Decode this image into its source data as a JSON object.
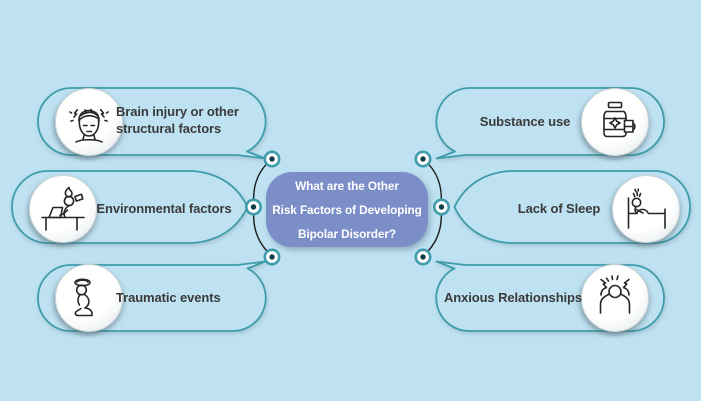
{
  "colors": {
    "background": "#bfe2f2",
    "accent_teal": "#3f9dab",
    "center_bg": "#7b8ec8",
    "center_text": "#ffffff",
    "label_color": "#3a3a3a",
    "line_color": "#1d1d1d",
    "connector_dot": "#0f3d49"
  },
  "center": {
    "lines": [
      "What are the Other",
      "Risk Factors of Developing",
      "Bipolar Disorder?"
    ]
  },
  "items": [
    {
      "id": "brain-injury",
      "side": "left",
      "icon": "bandaged-head-icon",
      "lines": [
        "Brain injury or other",
        "structural factors"
      ]
    },
    {
      "id": "environmental",
      "side": "left",
      "icon": "stressed-worker-icon",
      "lines": [
        "Environmental factors"
      ]
    },
    {
      "id": "traumatic",
      "side": "left",
      "icon": "kneeling-person-icon",
      "lines": [
        "Traumatic events"
      ]
    },
    {
      "id": "substance",
      "side": "right",
      "icon": "medicine-bottle-icon",
      "lines": [
        "Substance use"
      ]
    },
    {
      "id": "sleep",
      "side": "right",
      "icon": "sleepless-person-icon",
      "lines": [
        "Lack of Sleep"
      ]
    },
    {
      "id": "anxious",
      "side": "right",
      "icon": "anxious-person-icon",
      "lines": [
        "Anxious Relationships"
      ]
    }
  ]
}
